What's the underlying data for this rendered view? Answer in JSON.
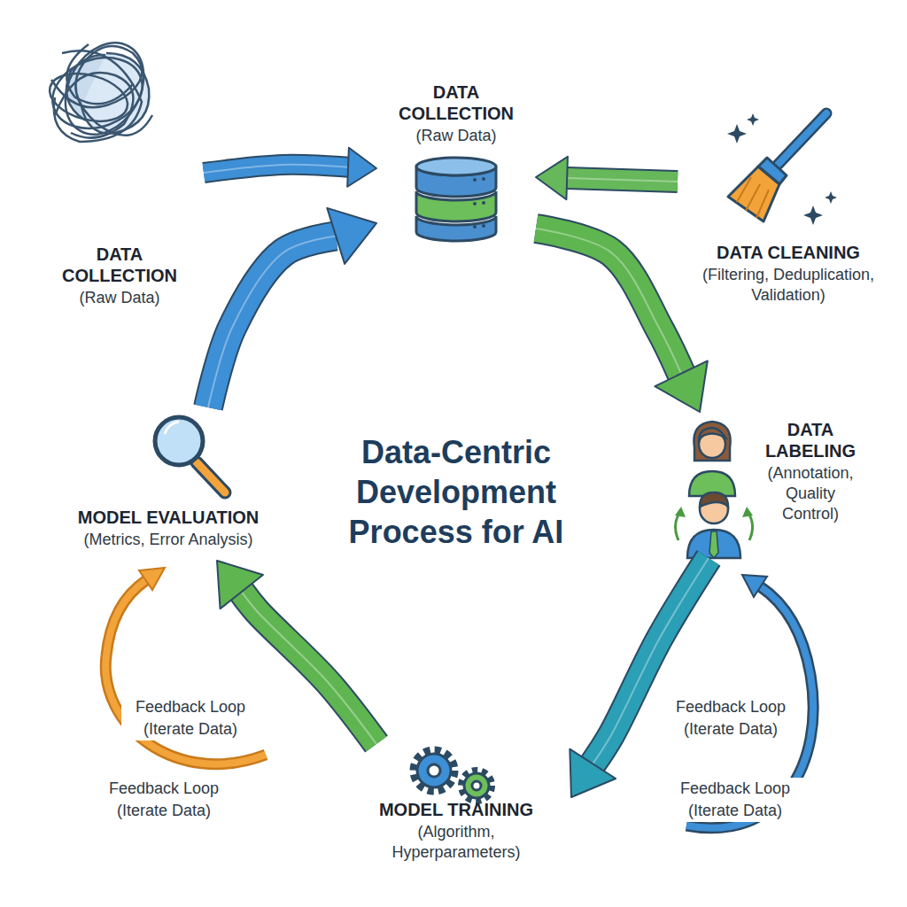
{
  "diagram": {
    "title": "Data-Centric Development Process for AI",
    "nodes": [
      {
        "text": [
          "DATA COLLECTION",
          "(Raw Data)"
        ]
      },
      {
        "text": [
          "DATA COLLECTION",
          "(Raw Data)"
        ]
      },
      {
        "text": [
          "DATA CLEANING",
          "(Filtering, Deduplication, Validation)"
        ]
      },
      {
        "text": [
          "DATA LABELING",
          "(Annotation, Quality Control)"
        ]
      },
      {
        "text": [
          "MODEL EVALUATION",
          "(Metrics, Error Analysis)"
        ]
      },
      {
        "text": [
          "MODEL TRAINING",
          "(Algorithm, Hyperparameters)"
        ]
      }
    ],
    "edges": [
      {
        "from": 1,
        "to": 0,
        "arrow": "to"
      },
      {
        "from": 2,
        "to": 0,
        "arrow": "to"
      },
      {
        "from": 0,
        "to": 3,
        "arrow": "to"
      },
      {
        "from": 3,
        "to": 5,
        "arrow": "to"
      },
      {
        "from": 5,
        "to": 4,
        "arrow": "to"
      },
      {
        "from": 4,
        "to": 0,
        "arrow": "to"
      }
    ],
    "labels": [
      "Feedback Loop (Iterate Data)",
      "Feedback Loop (Iterate Data)",
      "Feedback Loop (Iterate Data)",
      "Feedback Loop (Iterate Data)"
    ]
  }
}
